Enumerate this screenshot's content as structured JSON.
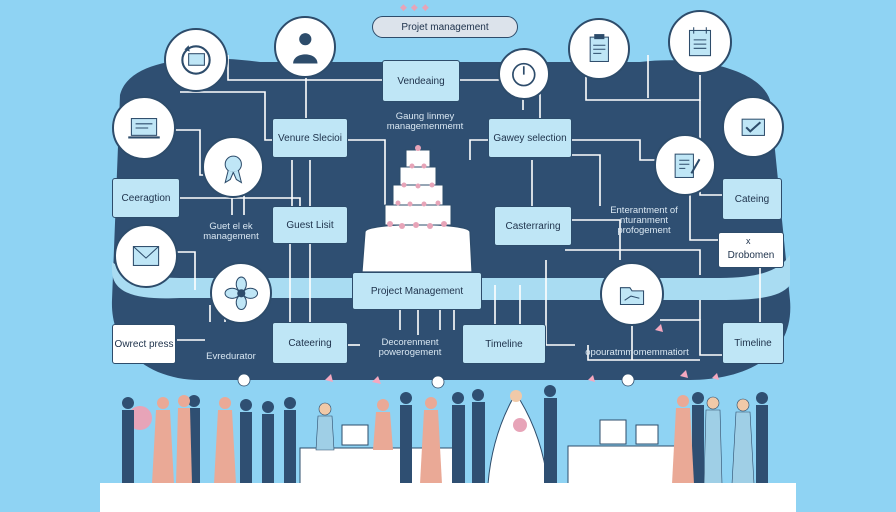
{
  "header": {
    "title": "Projet management"
  },
  "boxes": {
    "vendeaing": "Vendeaing",
    "venue_selection": "Venure Slecioi",
    "gawey_selection": "Gawey selection",
    "ceeragtion": "Ceeragtion",
    "guest_list": "Guest Lisit",
    "catering_center": "Casterraring",
    "catering_right": "Cateing",
    "project_management": "Project Management",
    "drobomen": "Drobomen",
    "owrect_press": "Owrect press",
    "catering_bottom": "Cateering",
    "timeline_center": "Timeline",
    "timeline_right": "Timeline"
  },
  "notes": {
    "gaung": "Gaung linmey managemenmemt",
    "guet": "Guet el ek management",
    "entertainment": "Enterantment of nturanment profogement",
    "x_mark": "x",
    "evredurator": "Evredurator",
    "decorenment": "Decorenment powerogement",
    "opourat": "opouratmmomemmatiort"
  },
  "icons": [
    "cycle-icon",
    "groom-icon",
    "stopwatch-icon",
    "clipboard-icon",
    "calendar-icon",
    "laptop-icon",
    "ribbon-icon",
    "clipboard-pen-icon",
    "checkmark-board-icon",
    "check-envelope-icon",
    "flower-icon",
    "folder-icon"
  ],
  "colors": {
    "background": "#8fd3f3",
    "panel": "#2f4f72",
    "box": "#bfe6f6",
    "line": "#ffffff",
    "text": "#20344d"
  }
}
